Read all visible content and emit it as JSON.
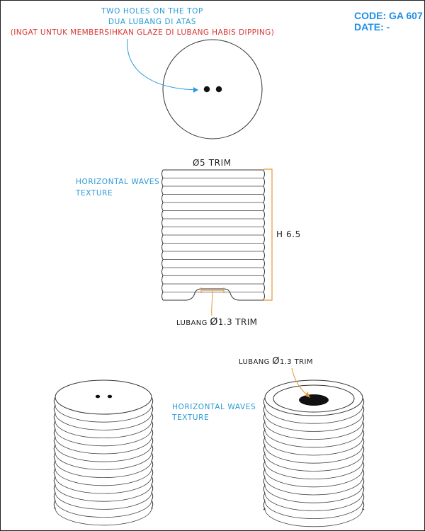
{
  "header": {
    "code": "CODE: GA 607",
    "date": "DATE: -"
  },
  "top_view": {
    "note_en": "TWO HOLES ON THE TOP",
    "note_my": "DUA LUBANG DI ATAS",
    "note_warning": "(INGAT UNTUK MEMBERSIHKAN GLAZE DI LUBANG HABIS DIPPING)"
  },
  "side_view": {
    "diameter_label": "5 TRIM",
    "height_label": "H 6.5",
    "texture_line1": "HORIZONTAL WAVES",
    "texture_line2": "TEXTURE",
    "hole_label": "LUBANG",
    "hole_value": "1.3 TRIM"
  },
  "views_3d": {
    "texture_line1": "HORIZONTAL WAVES",
    "texture_line2": "TEXTURE",
    "hole_label": "LUBANG",
    "hole_value": "1.3 TRIM"
  },
  "colors": {
    "blue": "#2a9ad8",
    "red": "#d8332f",
    "orange": "#e8952f",
    "line": "#333333"
  }
}
